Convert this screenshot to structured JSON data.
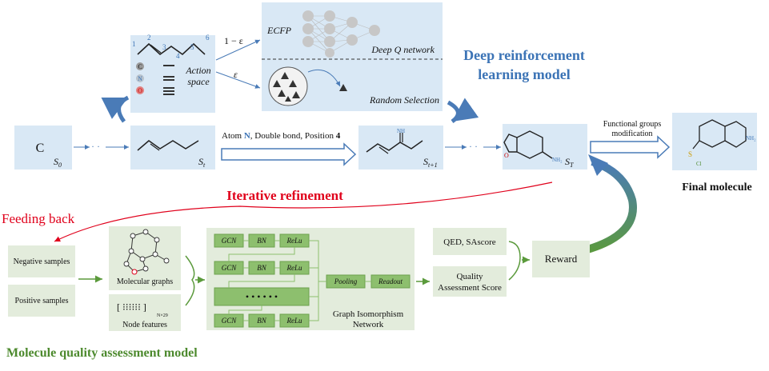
{
  "top": {
    "title_line1": "Deep reinforcement",
    "title_line2": "learning model",
    "action_space_line1": "Action",
    "action_space_line2": "space",
    "chain_numbers": [
      "1",
      "2",
      "3",
      "4",
      "5",
      "6"
    ],
    "atom_letters": [
      "C",
      "N",
      "O"
    ],
    "prob_exploit": "1 − ε",
    "prob_explore": "ε",
    "ecfp": "ECFP",
    "deep_q": "Deep Q network",
    "random_selection": "Random Selection",
    "s0_atom": "C",
    "s0_label": "S",
    "s0_sub": "0",
    "st_label": "S",
    "st_sub": "t",
    "st1_label": "S",
    "st1_sub": "t+1",
    "sT_label": "S",
    "sT_sub": "T",
    "dots": "· ·",
    "action_atom": "Atom ",
    "action_atom_value": "N",
    "action_rest": ", Double bond, Position ",
    "action_position": "4",
    "fg_line1": "Functional groups",
    "fg_line2": "modification",
    "final_molecule": "Final molecule",
    "mol_nh_label": "NH",
    "mol_o_label": "O",
    "mol_nh2_label": "NH₂",
    "mol_s_label": "S",
    "mol_cl_label": "Cl"
  },
  "middle": {
    "iterative": "Iterative refinement",
    "feeding_back": "Feeding back"
  },
  "bottom": {
    "title": "Molecule quality assessment model",
    "negative": "Negative samples",
    "positive": "Positive samples",
    "molecular_graphs": "Molecular graphs",
    "node_features": "Node features",
    "matrix_dots": "[ ⁝⁝⁝⁝⁝⁝ ]",
    "matrix_size": "N×29",
    "gcn": "GCN",
    "bn": "BN",
    "relu": "ReLu",
    "big_dots": "• • • • • •",
    "pooling": "Pooling",
    "readout": "Readout",
    "gin_line1": "Graph Isomorphism",
    "gin_line2": "Network",
    "qed": "QED, SAscore",
    "quality_line1": "Quality",
    "quality_line2": "Assessment Score",
    "reward": "Reward"
  },
  "colors": {
    "blue_box": "#d9e8f5",
    "green_box": "#e3ecdc",
    "title_blue": "#3c74b6",
    "title_green": "#4d8a2e",
    "red": "#e0001b",
    "arrow_blue": "#4a7bb7",
    "arrow_green": "#5b9a3c"
  }
}
